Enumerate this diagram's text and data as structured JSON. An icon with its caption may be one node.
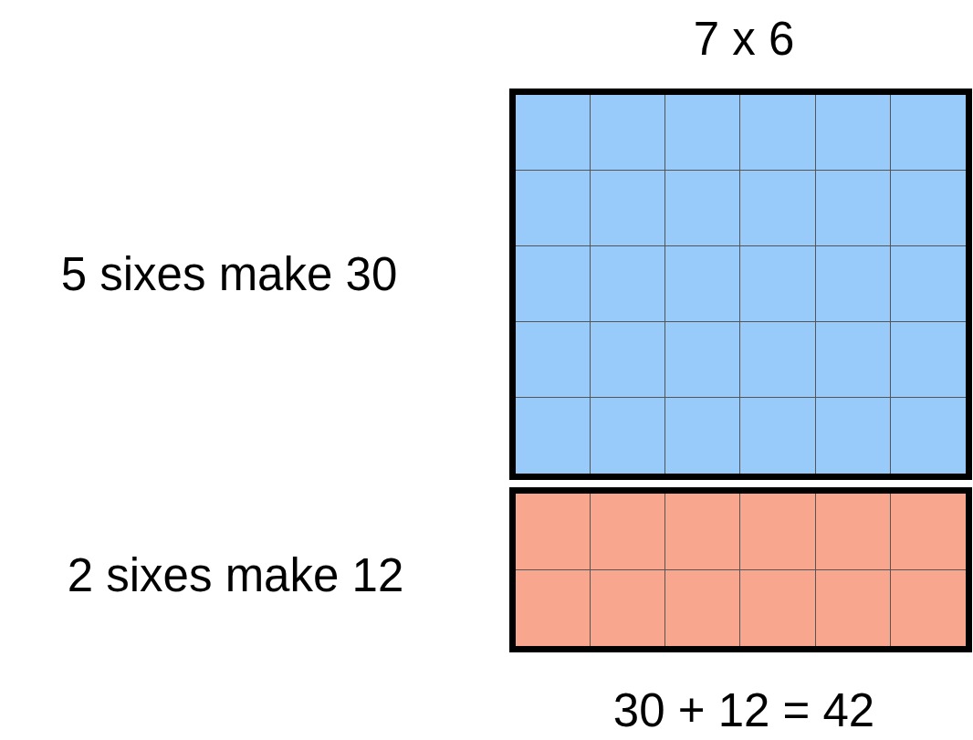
{
  "diagram": {
    "title": "7 x 6",
    "caption": "30 + 12 = 42",
    "labels": [
      "5 sixes make 30",
      "2 sixes make 12"
    ]
  }
}
